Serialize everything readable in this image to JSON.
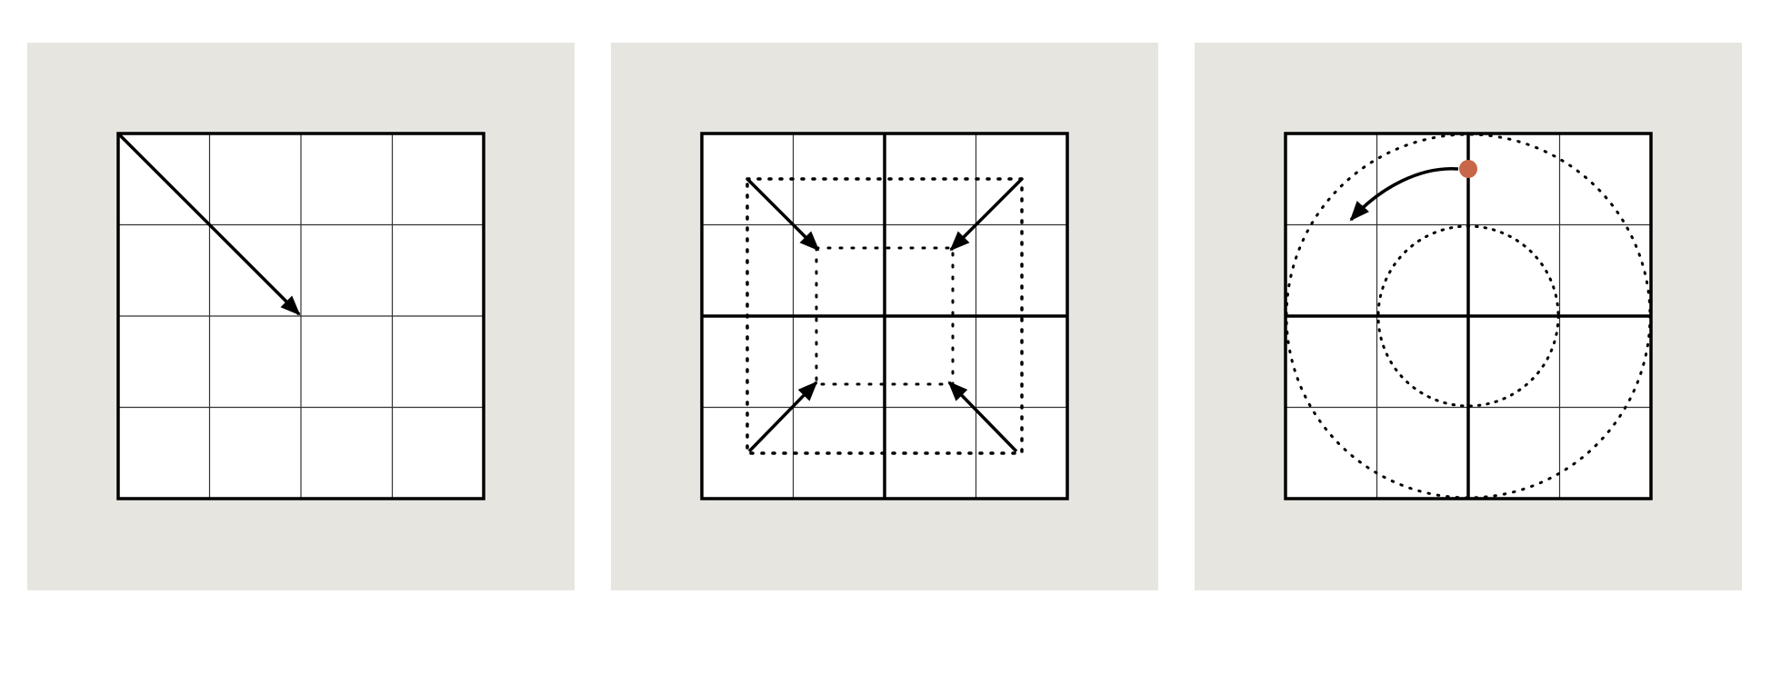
{
  "colors": {
    "panel_background": "#e6e5e0",
    "grid_fill": "#ffffff",
    "line": "#000000",
    "marker": "#c8664a"
  },
  "panels": [
    {
      "name": "diagonal-move",
      "grid": {
        "rows": 4,
        "cols": 4,
        "heavy_midlines": false
      },
      "elements": [
        "diagonal-arrow-top-left-to-center"
      ]
    },
    {
      "name": "inward-contraction",
      "grid": {
        "rows": 4,
        "cols": 4,
        "heavy_midlines": true
      },
      "elements": [
        "outer-dotted-square",
        "inner-dotted-square",
        "four-inward-corner-arrows"
      ]
    },
    {
      "name": "rotation",
      "grid": {
        "rows": 4,
        "cols": 4,
        "heavy_midlines": true
      },
      "elements": [
        "outer-dotted-circle",
        "inner-dotted-circle",
        "point-marker",
        "curved-arrow-counterclockwise"
      ]
    }
  ]
}
